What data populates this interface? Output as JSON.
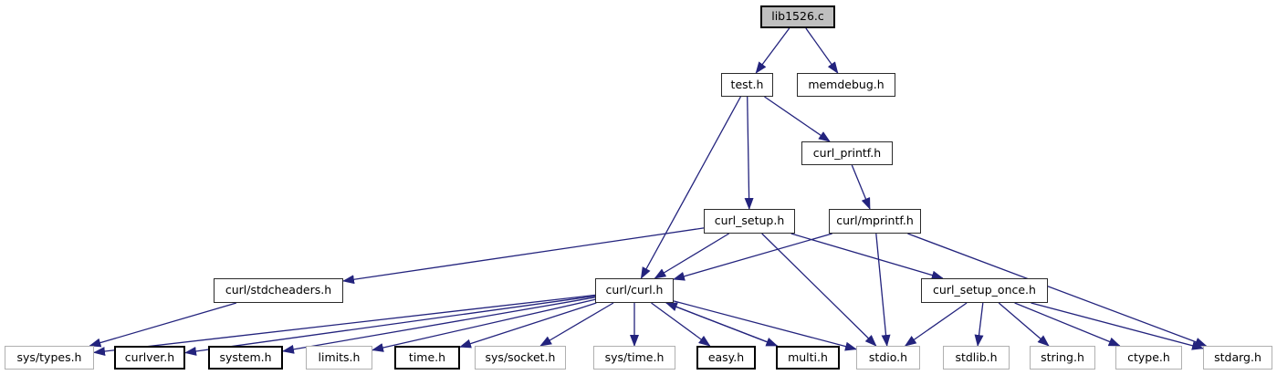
{
  "diagram": {
    "kind": "include-dependency-graph",
    "root_label": "lib1526.c",
    "colors": {
      "background": "#ffffff",
      "edge": "#23237d",
      "root_fill": "#bfbfbf",
      "node_fill": "#ffffff",
      "node_border": "#2b2b2b",
      "bold_node_border": "#000000",
      "system_node_border": "#b0b0b0",
      "text": "#000000"
    }
  },
  "graph": {
    "nodes": [
      {
        "id": "lib1526c",
        "label": "lib1526.c",
        "kind": "main"
      },
      {
        "id": "test_h",
        "label": "test.h",
        "kind": "internal"
      },
      {
        "id": "memdebug_h",
        "label": "memdebug.h",
        "kind": "internal"
      },
      {
        "id": "curl_printf_h",
        "label": "curl_printf.h",
        "kind": "internal"
      },
      {
        "id": "curl_setup_h",
        "label": "curl_setup.h",
        "kind": "internal"
      },
      {
        "id": "curl_mprintf_h",
        "label": "curl/mprintf.h",
        "kind": "internal"
      },
      {
        "id": "curl_stdcheaders_h",
        "label": "curl/stdcheaders.h",
        "kind": "internal"
      },
      {
        "id": "curl_curl_h",
        "label": "curl/curl.h",
        "kind": "internal"
      },
      {
        "id": "curl_setup_once_h",
        "label": "curl_setup_once.h",
        "kind": "internal"
      },
      {
        "id": "sys_types_h",
        "label": "sys/types.h",
        "kind": "system"
      },
      {
        "id": "curlver_h",
        "label": "curlver.h",
        "kind": "bold"
      },
      {
        "id": "system_h",
        "label": "system.h",
        "kind": "bold"
      },
      {
        "id": "limits_h",
        "label": "limits.h",
        "kind": "system"
      },
      {
        "id": "time_h",
        "label": "time.h",
        "kind": "bold"
      },
      {
        "id": "sys_socket_h",
        "label": "sys/socket.h",
        "kind": "system"
      },
      {
        "id": "sys_time_h",
        "label": "sys/time.h",
        "kind": "system"
      },
      {
        "id": "easy_h",
        "label": "easy.h",
        "kind": "bold"
      },
      {
        "id": "multi_h",
        "label": "multi.h",
        "kind": "bold"
      },
      {
        "id": "stdio_h",
        "label": "stdio.h",
        "kind": "system"
      },
      {
        "id": "stdlib_h",
        "label": "stdlib.h",
        "kind": "system"
      },
      {
        "id": "string_h",
        "label": "string.h",
        "kind": "system"
      },
      {
        "id": "ctype_h",
        "label": "ctype.h",
        "kind": "system"
      },
      {
        "id": "stdarg_h",
        "label": "stdarg.h",
        "kind": "system"
      }
    ],
    "edges": [
      {
        "from": "lib1526c",
        "to": "test_h"
      },
      {
        "from": "lib1526c",
        "to": "memdebug_h"
      },
      {
        "from": "test_h",
        "to": "curl_setup_h"
      },
      {
        "from": "test_h",
        "to": "curl_curl_h"
      },
      {
        "from": "test_h",
        "to": "curl_printf_h"
      },
      {
        "from": "curl_printf_h",
        "to": "curl_mprintf_h"
      },
      {
        "from": "curl_setup_h",
        "to": "curl_stdcheaders_h"
      },
      {
        "from": "curl_setup_h",
        "to": "curl_curl_h"
      },
      {
        "from": "curl_setup_h",
        "to": "curl_setup_once_h"
      },
      {
        "from": "curl_setup_h",
        "to": "stdio_h"
      },
      {
        "from": "curl_mprintf_h",
        "to": "curl_curl_h"
      },
      {
        "from": "curl_mprintf_h",
        "to": "stdio_h"
      },
      {
        "from": "curl_mprintf_h",
        "to": "stdarg_h"
      },
      {
        "from": "curl_stdcheaders_h",
        "to": "sys_types_h"
      },
      {
        "from": "curl_curl_h",
        "to": "sys_types_h"
      },
      {
        "from": "curl_curl_h",
        "to": "curlver_h"
      },
      {
        "from": "curl_curl_h",
        "to": "system_h"
      },
      {
        "from": "curl_curl_h",
        "to": "limits_h"
      },
      {
        "from": "curl_curl_h",
        "to": "time_h"
      },
      {
        "from": "curl_curl_h",
        "to": "sys_socket_h"
      },
      {
        "from": "curl_curl_h",
        "to": "sys_time_h"
      },
      {
        "from": "curl_curl_h",
        "to": "easy_h"
      },
      {
        "from": "curl_curl_h",
        "to": "multi_h"
      },
      {
        "from": "curl_curl_h",
        "to": "stdio_h"
      },
      {
        "from": "multi_h",
        "to": "curl_curl_h"
      },
      {
        "from": "curl_setup_once_h",
        "to": "stdio_h"
      },
      {
        "from": "curl_setup_once_h",
        "to": "stdlib_h"
      },
      {
        "from": "curl_setup_once_h",
        "to": "string_h"
      },
      {
        "from": "curl_setup_once_h",
        "to": "ctype_h"
      },
      {
        "from": "curl_setup_once_h",
        "to": "stdarg_h"
      }
    ]
  }
}
